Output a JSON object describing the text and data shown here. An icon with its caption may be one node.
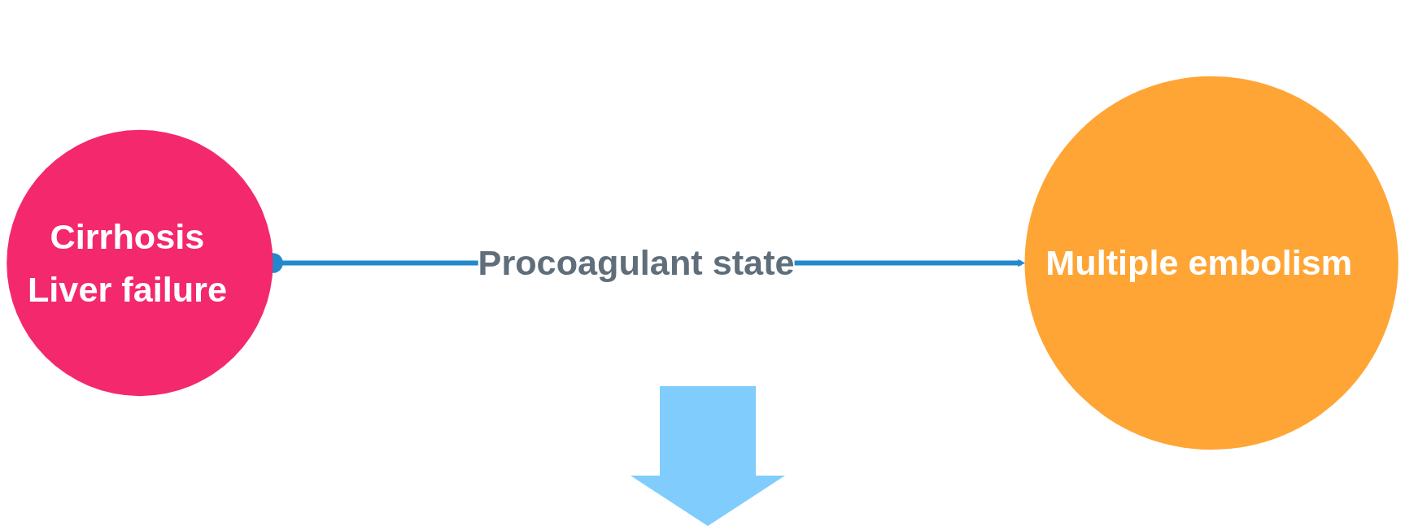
{
  "diagram": {
    "nodes": [
      {
        "text": [
          "Cirrhosis",
          "Liver failure"
        ]
      },
      {
        "text": [
          "Multiple embolism"
        ]
      }
    ],
    "edges": [
      {
        "from": 0,
        "to": 1,
        "arrow": "to",
        "label": "Procoagulant state"
      }
    ]
  }
}
